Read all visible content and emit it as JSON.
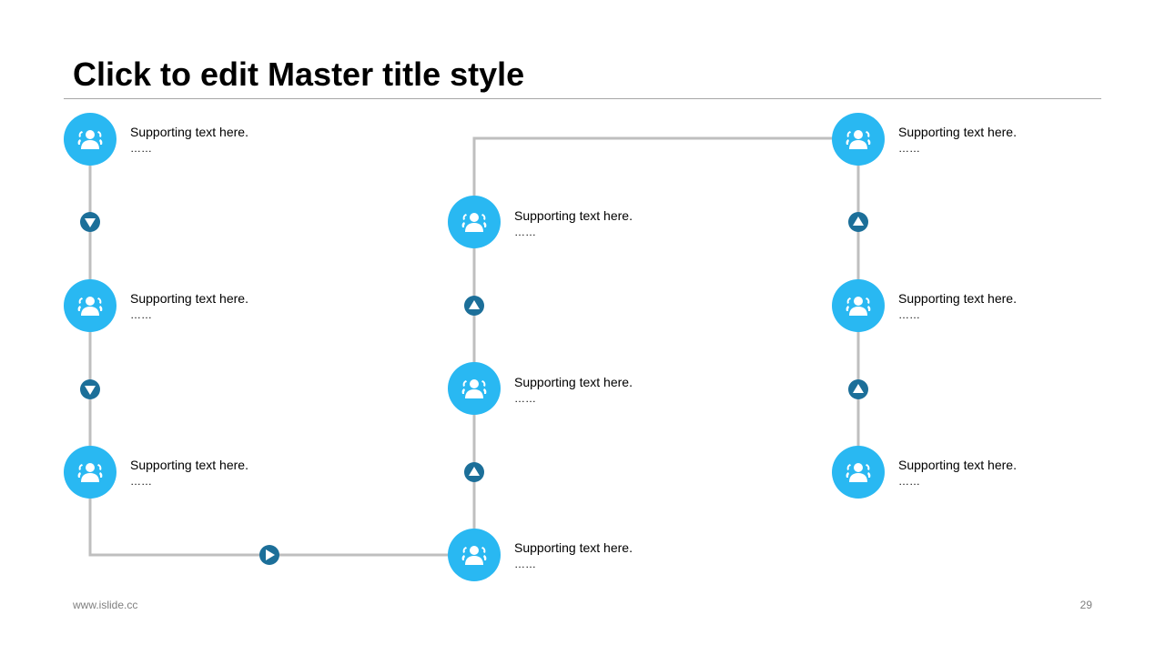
{
  "slide": {
    "title": "Click to edit Master title style",
    "footer_left": "www.islide.cc",
    "page_number": "29"
  },
  "colors": {
    "node_fill": "#29b8f2",
    "arrow_fill": "#1c6f99",
    "line": "#bfbfbf",
    "rule": "#a6a6a6"
  },
  "nodes": [
    {
      "label": "Supporting text here.",
      "more": "……",
      "icon": "users-icon"
    },
    {
      "label": "Supporting text here.",
      "more": "……",
      "icon": "users-icon"
    },
    {
      "label": "Supporting text here.",
      "more": "……",
      "icon": "users-icon"
    },
    {
      "label": "Supporting text here.",
      "more": "……",
      "icon": "users-icon"
    },
    {
      "label": "Supporting text here.",
      "more": "……",
      "icon": "users-icon"
    },
    {
      "label": "Supporting text here.",
      "more": "……",
      "icon": "users-icon"
    },
    {
      "label": "Supporting text here.",
      "more": "……",
      "icon": "users-icon"
    },
    {
      "label": "Supporting text here.",
      "more": "……",
      "icon": "users-icon"
    },
    {
      "label": "Supporting text here.",
      "more": "……",
      "icon": "users-icon"
    }
  ],
  "arrows": [
    {
      "direction": "down",
      "icon": "triangle-down-icon"
    },
    {
      "direction": "down",
      "icon": "triangle-down-icon"
    },
    {
      "direction": "right",
      "icon": "triangle-right-icon"
    },
    {
      "direction": "up",
      "icon": "triangle-up-icon"
    },
    {
      "direction": "up",
      "icon": "triangle-up-icon"
    },
    {
      "direction": "up",
      "icon": "triangle-up-icon"
    },
    {
      "direction": "up",
      "icon": "triangle-up-icon"
    }
  ]
}
